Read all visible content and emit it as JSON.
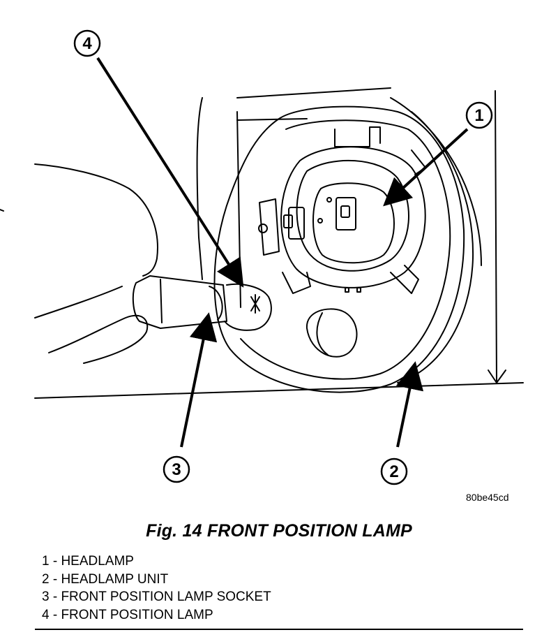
{
  "figure": {
    "code": "80be45cd",
    "title": "Fig. 14 FRONT POSITION LAMP"
  },
  "callouts": [
    {
      "number": "1"
    },
    {
      "number": "2"
    },
    {
      "number": "3"
    },
    {
      "number": "4"
    }
  ],
  "legend": [
    {
      "text": "1 - HEADLAMP"
    },
    {
      "text": "2 - HEADLAMP UNIT"
    },
    {
      "text": "3 - FRONT POSITION LAMP SOCKET"
    },
    {
      "text": "4 - FRONT POSITION LAMP"
    }
  ]
}
